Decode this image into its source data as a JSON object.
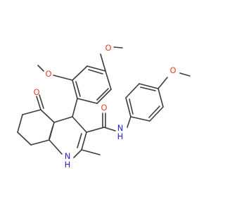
{
  "molecule": {
    "atom_labels": {
      "o_ketone": "O",
      "o_methoxy_2": "O",
      "o_methoxy_5": "O",
      "o_amide": "O",
      "nh_amide": "N\nH",
      "nh_ring": "N\nH",
      "o_methoxy_para": "O"
    },
    "colors": {
      "bond": "#3c3c3c",
      "oxygen": "#e8412a",
      "nitrogen": "#2424d6",
      "background": "#ffffff"
    }
  }
}
